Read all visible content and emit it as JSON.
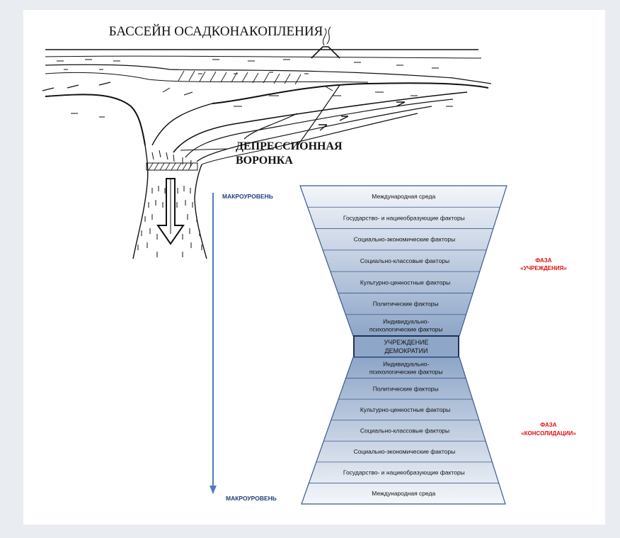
{
  "geology": {
    "title": "БАССЕЙН ОСАДКОНАКОПЛЕНИЯ",
    "funnel_label_1": "ДЕПРЕССИОННАЯ",
    "funnel_label_2": "ВОРОНКА"
  },
  "axis": {
    "top_label": "МАКРОУРОВЕНЬ",
    "bottom_label": "МАКРОУРОВЕНЬ"
  },
  "phases": {
    "upper_line1": "ФАЗА",
    "upper_line2": "«УЧРЕЖДЕНИЯ»",
    "lower_line1": "ФАЗА",
    "lower_line2": "«КОНСОЛИДАЦИИ»"
  },
  "center": {
    "line1": "УЧРЕЖДЕНИЕ",
    "line2": "ДЕМОКРАТИИ"
  },
  "upper_levels": [
    [
      "Международная среда"
    ],
    [
      "Государство- и нациеобразующие факторы"
    ],
    [
      "Социально-экономические факторы"
    ],
    [
      "Социально-классовые факторы"
    ],
    [
      "Культурно-ценностные факторы"
    ],
    [
      "Политические факторы"
    ],
    [
      "Индивидуально-",
      "психологические факторы"
    ]
  ],
  "lower_levels": [
    [
      "Индивидуально-",
      "психологические факторы"
    ],
    [
      "Политические факторы"
    ],
    [
      "Культурно-ценностные факторы"
    ],
    [
      "Социально-классовые факторы"
    ],
    [
      "Социально-экономические факторы"
    ],
    [
      "Государство- и нациеобразующие факторы"
    ],
    [
      "Международная среда"
    ]
  ],
  "colors": {
    "funnel_top": "#f2f4f8",
    "funnel_mid": "#8fa7c9",
    "funnel_stroke": "#3a5a8c",
    "axis_arrow": "#4f7bc0",
    "axis_text": "#1f3f7a",
    "phase_text": "#e01010"
  }
}
